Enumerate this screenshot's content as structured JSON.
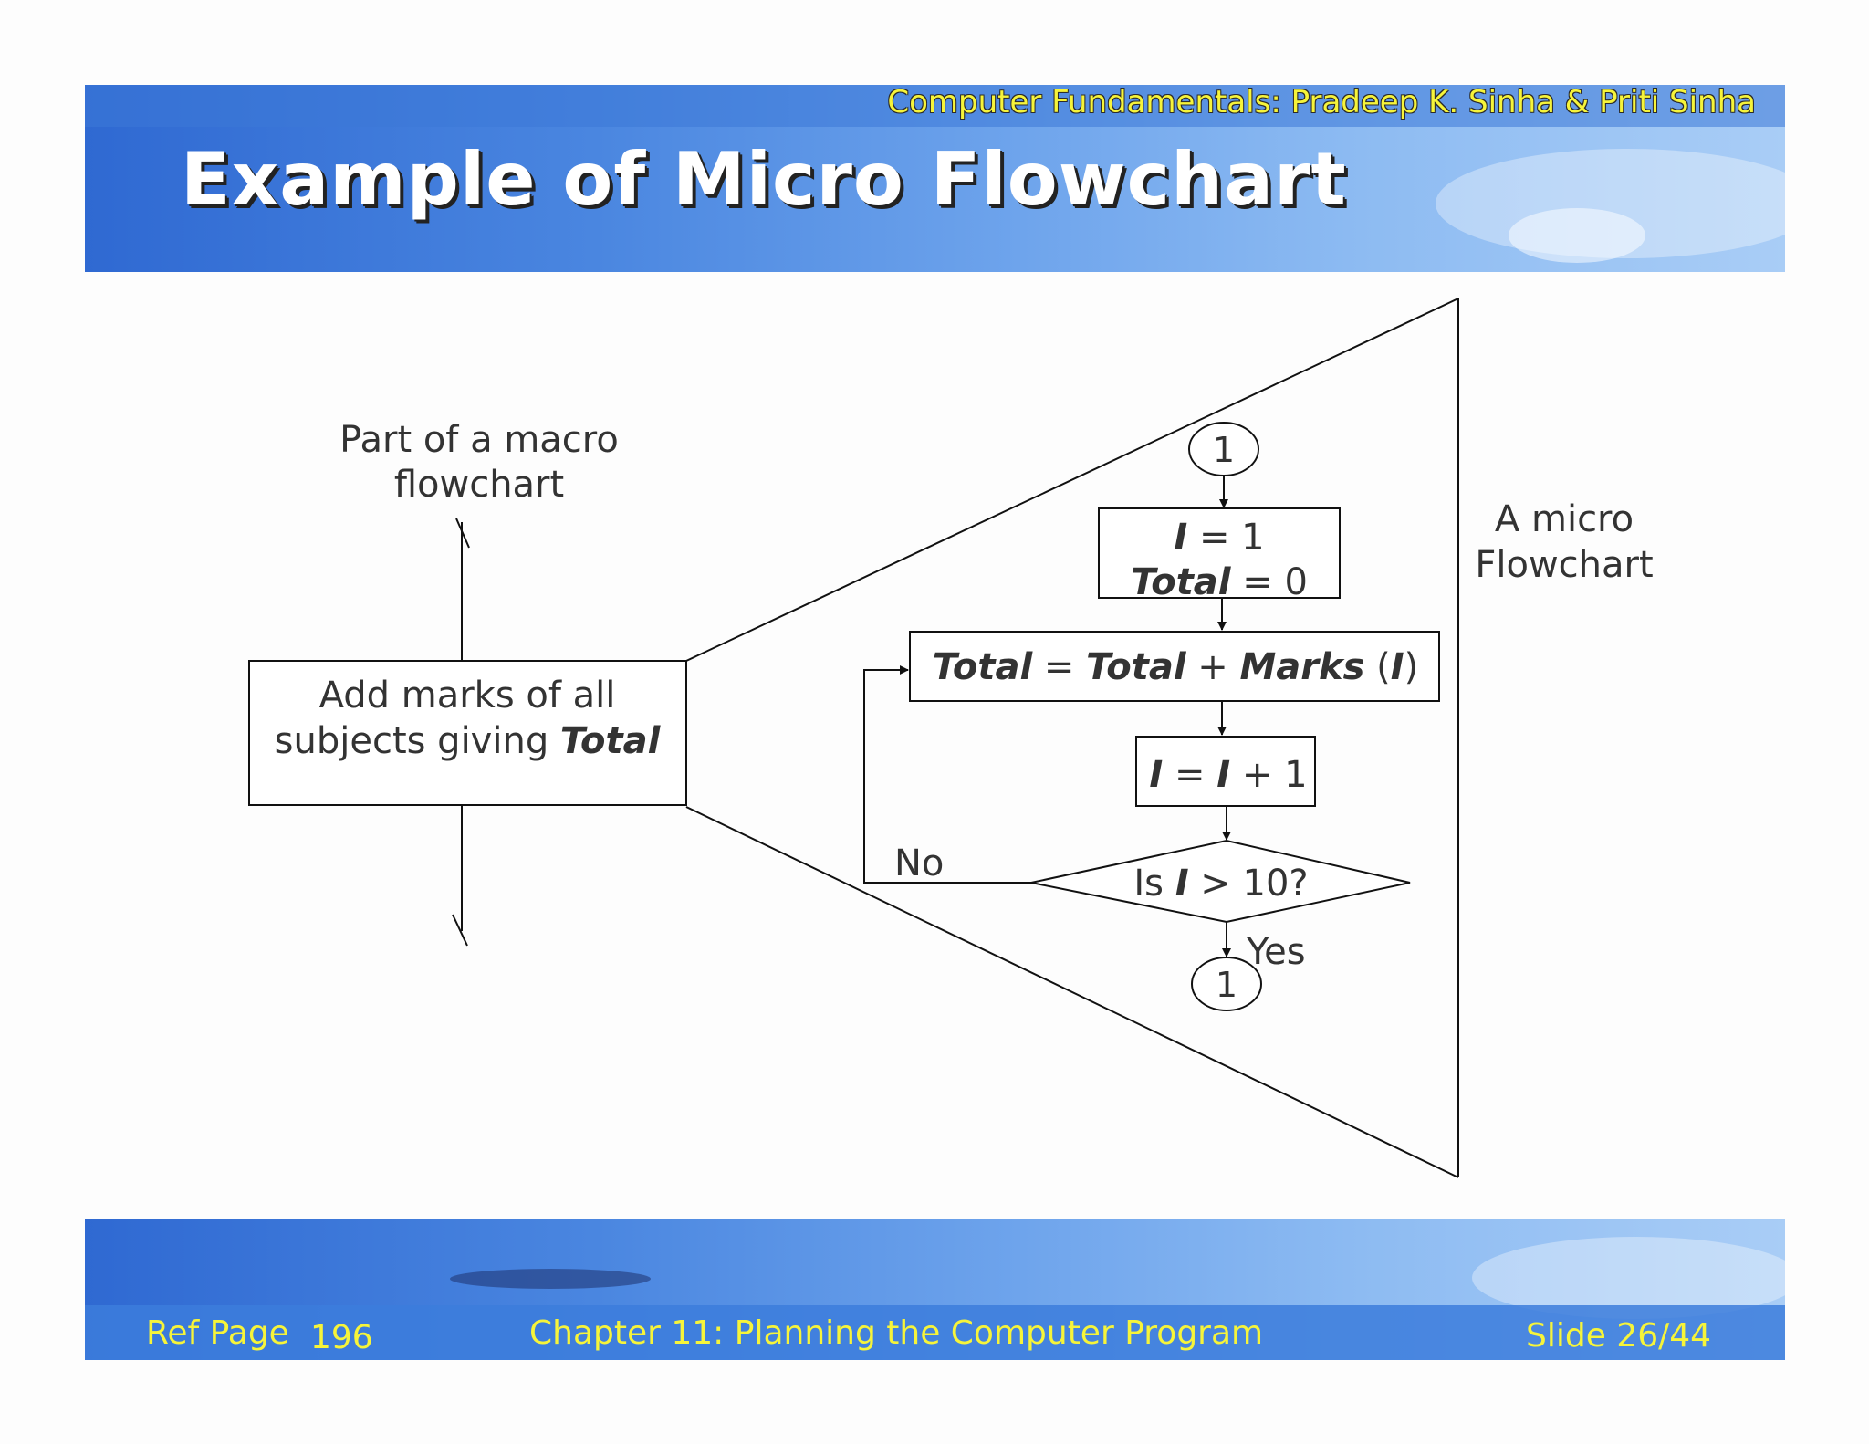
{
  "header": {
    "author_line": "Computer Fundamentals: Pradeep K. Sinha & Priti Sinha",
    "title": "Example of Micro Flowchart"
  },
  "diagram": {
    "macro_label_line1": "Part of a macro",
    "macro_label_line2": "flowchart",
    "macro_box_line1": "Add marks of all",
    "macro_box_line2_prefix": "subjects giving ",
    "macro_box_line2_bold": "Total",
    "micro_label_line1": "A micro",
    "micro_label_line2": "Flowchart",
    "connector_top": "1",
    "connector_bottom": "1",
    "init_I": "I",
    "init_I_rest": " = 1",
    "init_total": "Total",
    "init_total_rest": " = 0",
    "sum_total": "Total",
    "sum_eq": " = ",
    "sum_total2": "Total",
    "sum_plus": " + ",
    "sum_marks": "Marks",
    "sum_paren_open": " (",
    "sum_i": "I",
    "sum_paren_close": ")",
    "inc_I": "I",
    "inc_eq": " = ",
    "inc_I2": "I",
    "inc_rest": " + 1",
    "decision_is": "Is ",
    "decision_I": "I",
    "decision_rest": " > 10?",
    "no_label": "No",
    "yes_label": "Yes"
  },
  "footer": {
    "ref_label": "Ref Page",
    "ref_page": "196",
    "chapter": "Chapter 11: Planning the Computer Program",
    "slide": "Slide 26/44"
  },
  "colors": {
    "banner_blue": "#4a86e0",
    "footer_text": "#f6f43a"
  }
}
